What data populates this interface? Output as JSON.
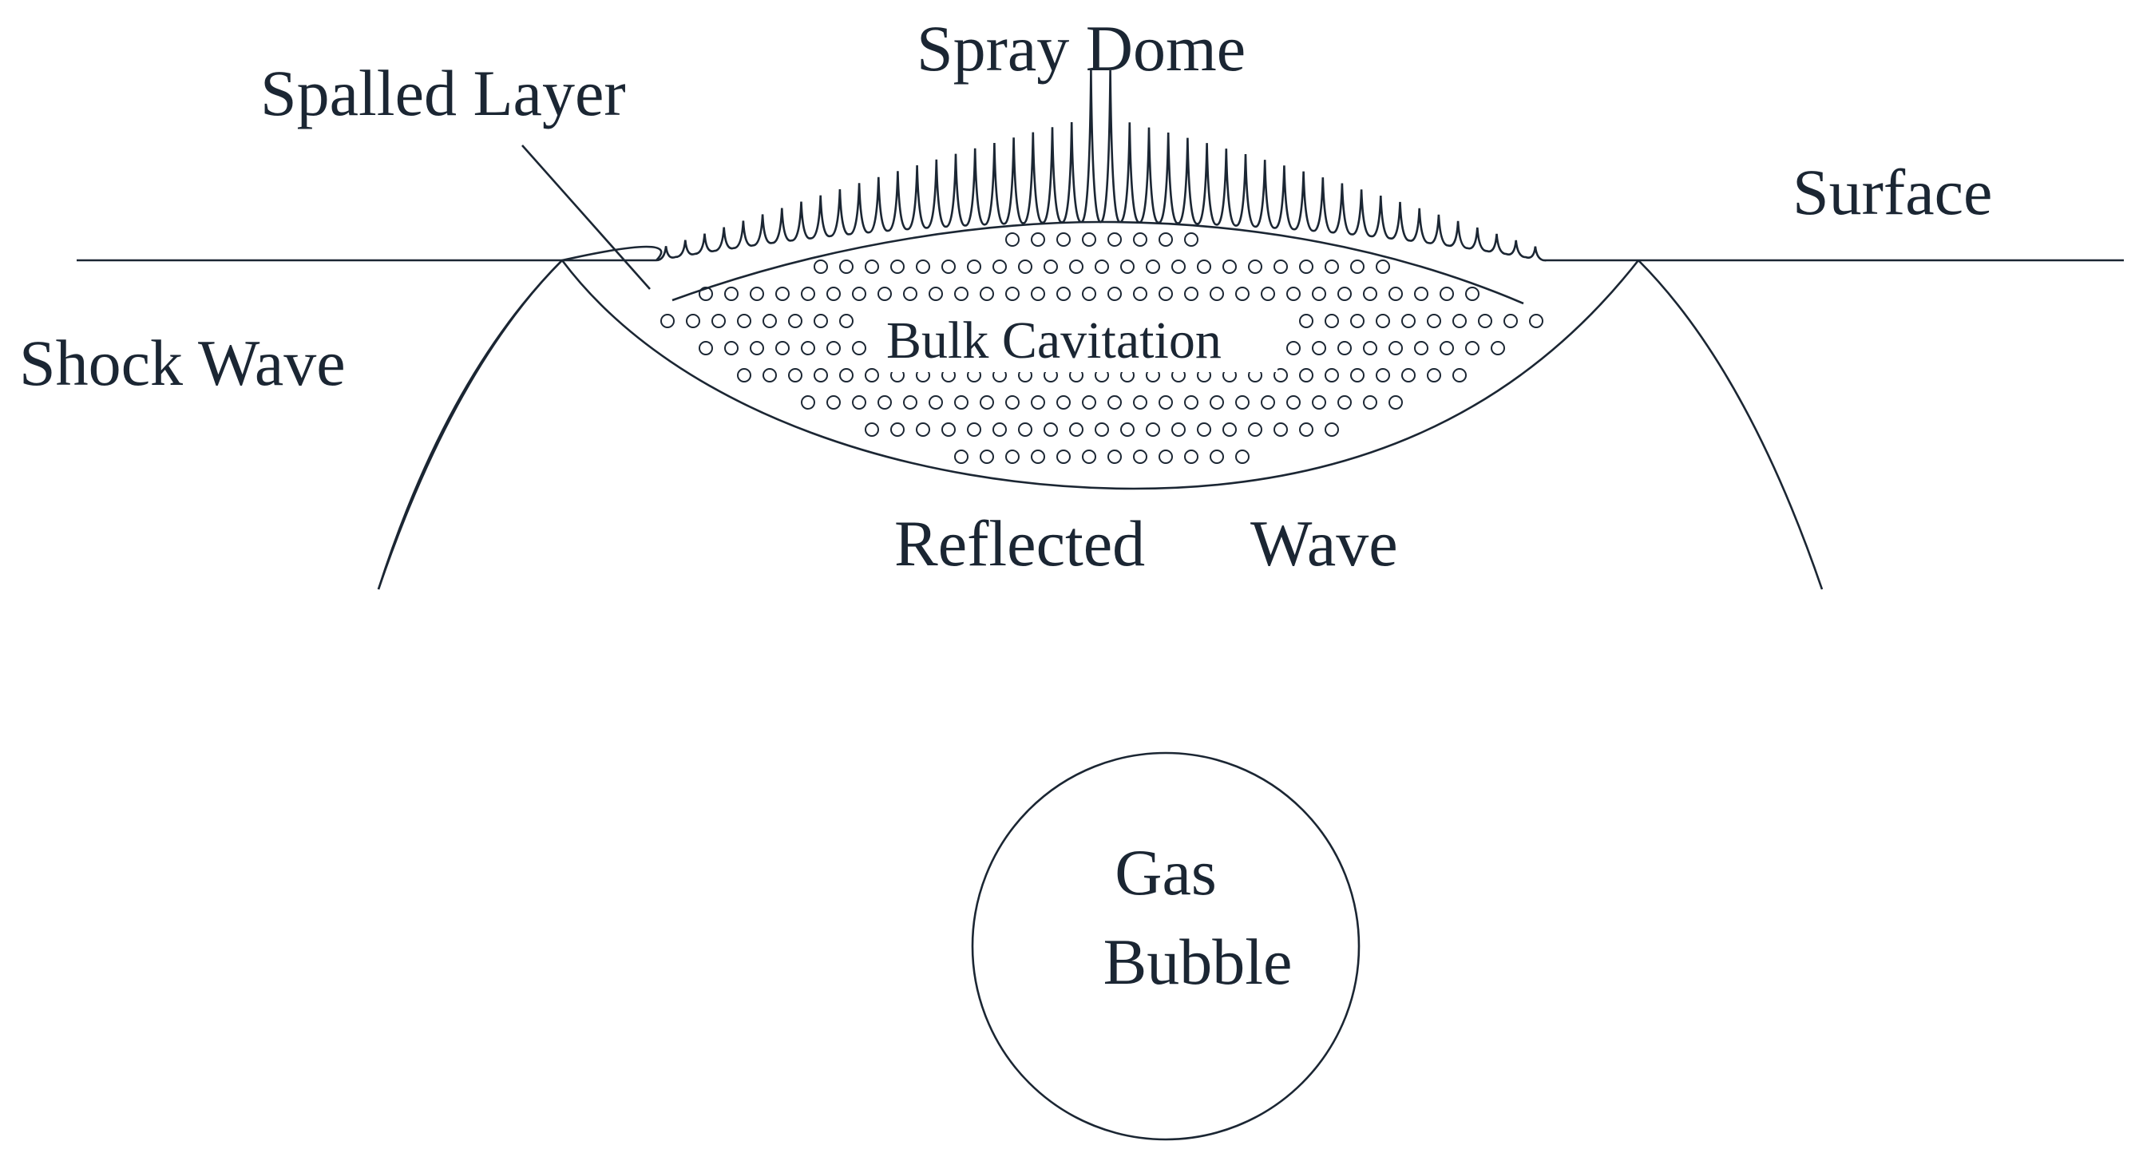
{
  "diagram": {
    "labels": {
      "spray_dome": "Spray Dome",
      "spalled_layer": "Spalled Layer",
      "surface": "Surface",
      "shock_wave": "Shock Wave",
      "bulk_cavitation": "Bulk Cavitation",
      "reflected": "Reflected",
      "wave": "Wave",
      "gas": "Gas",
      "bubble": "Bubble"
    },
    "colors": {
      "ink": "#1b2633",
      "background": "#ffffff"
    }
  }
}
